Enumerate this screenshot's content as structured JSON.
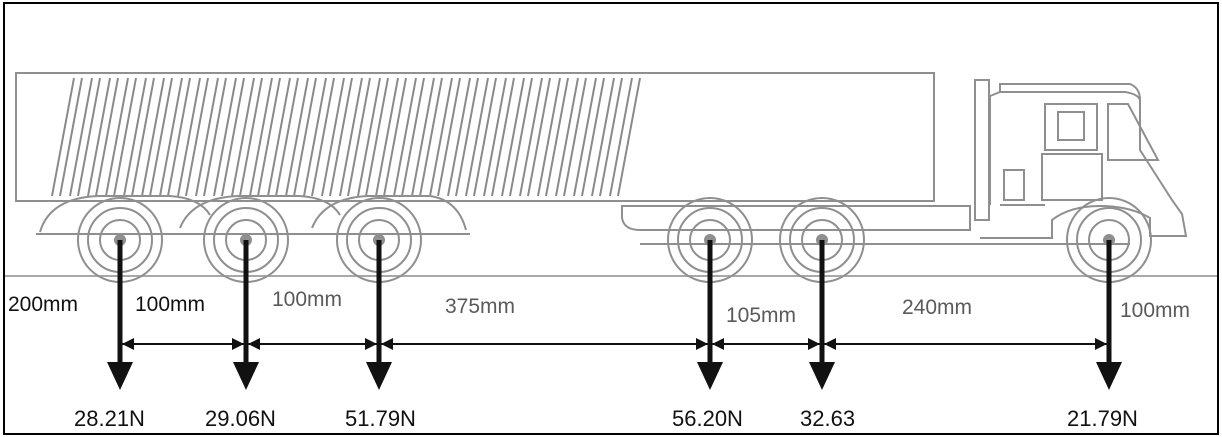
{
  "diagram": {
    "dimensions": [
      {
        "label": "200mm",
        "tone": "dark"
      },
      {
        "label": "100mm",
        "tone": "dark"
      },
      {
        "label": "100mm",
        "tone": "gray"
      },
      {
        "label": "375mm",
        "tone": "gray"
      },
      {
        "label": "105mm",
        "tone": "gray"
      },
      {
        "label": "240mm",
        "tone": "gray"
      },
      {
        "label": "100mm",
        "tone": "gray"
      }
    ],
    "loads": [
      {
        "label": "28.21N"
      },
      {
        "label": "29.06N"
      },
      {
        "label": "51.79N"
      },
      {
        "label": "56.20N"
      },
      {
        "label": "32.63"
      },
      {
        "label": "21.79N"
      }
    ]
  },
  "colors": {
    "arrow": "#111111",
    "outline": "#9a9a9a",
    "ground": "#a8a8a8"
  }
}
